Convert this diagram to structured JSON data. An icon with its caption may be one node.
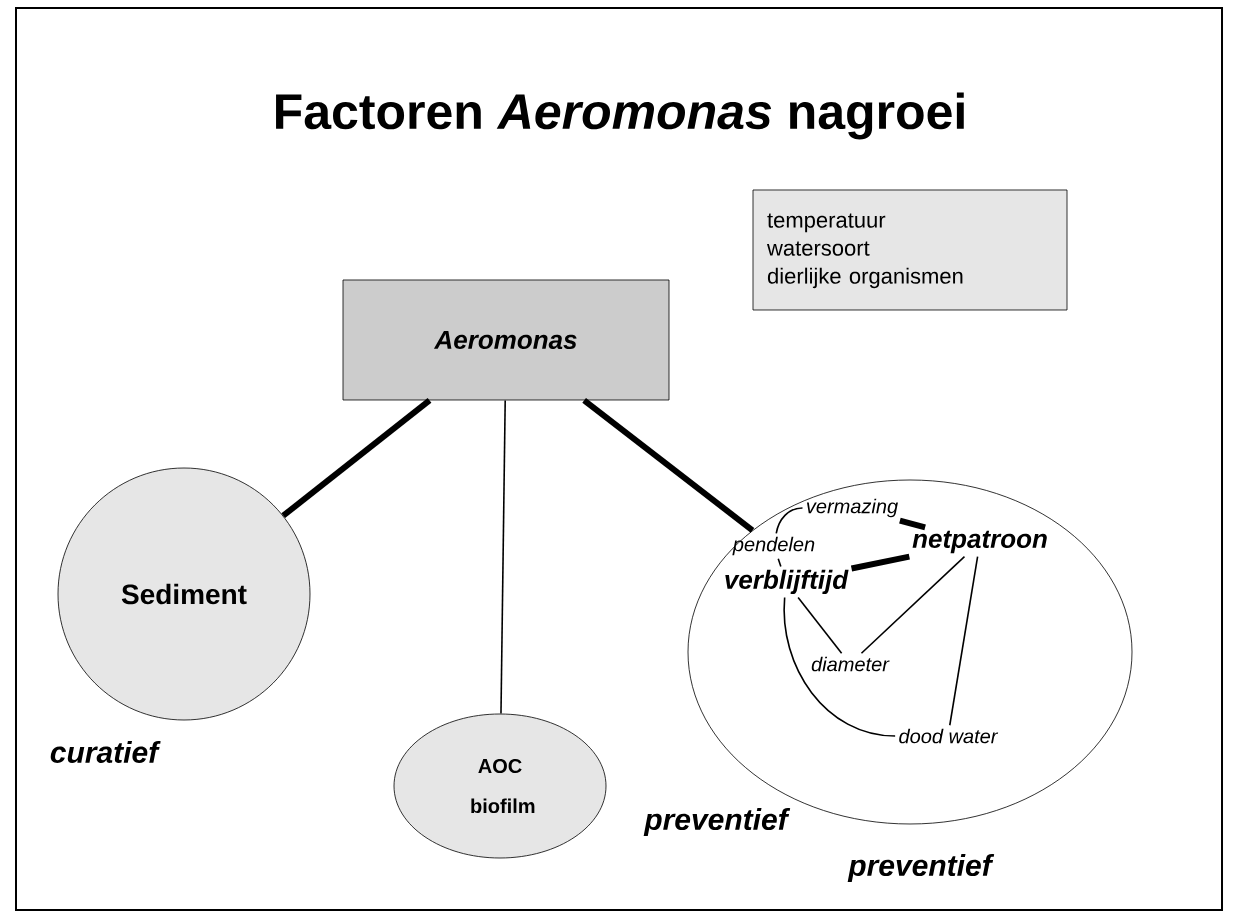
{
  "diagram": {
    "title": "Factoren *Aeromonas* nagroei",
    "nodes": [
      {
        "text": [
          "Aeromonas"
        ]
      },
      {
        "text": [
          "temperatuur",
          "watersoort",
          "dierlijke organismen"
        ]
      },
      {
        "text": [
          "Sediment"
        ],
        "beside": [
          "curatief"
        ]
      },
      {
        "text": [
          "AOC biofilm"
        ],
        "beside": [
          "preventief"
        ]
      },
      {
        "text": [],
        "shape": "ellipse",
        "beside": [
          "preventief"
        ]
      },
      {
        "text": [
          "vermazing"
        ],
        "in": 4
      },
      {
        "text": [
          "pendelen"
        ],
        "in": 4
      },
      {
        "text": [
          "netpatroon"
        ],
        "in": 4
      },
      {
        "text": [
          "verblijftijd"
        ],
        "in": 4
      },
      {
        "text": [
          "diameter"
        ],
        "in": 4
      },
      {
        "text": [
          "dood water"
        ],
        "in": 4
      }
    ],
    "edges": [
      {
        "from": 0,
        "to": 2,
        "arrow": "none",
        "style": "thick"
      },
      {
        "from": 0,
        "to": 3,
        "arrow": "none"
      },
      {
        "from": 0,
        "to": 4,
        "arrow": "none",
        "style": "thick"
      },
      {
        "from": 5,
        "to": 6,
        "arrow": "none"
      },
      {
        "from": 5,
        "to": 7,
        "arrow": "none",
        "style": "thick"
      },
      {
        "from": 6,
        "to": 8,
        "arrow": "none"
      },
      {
        "from": 7,
        "to": 8,
        "arrow": "none",
        "style": "thick"
      },
      {
        "from": 7,
        "to": 9,
        "arrow": "none"
      },
      {
        "from": 7,
        "to": 10,
        "arrow": "none"
      },
      {
        "from": 8,
        "to": 9,
        "arrow": "none"
      },
      {
        "from": 8,
        "to": 10,
        "arrow": "none"
      }
    ]
  }
}
